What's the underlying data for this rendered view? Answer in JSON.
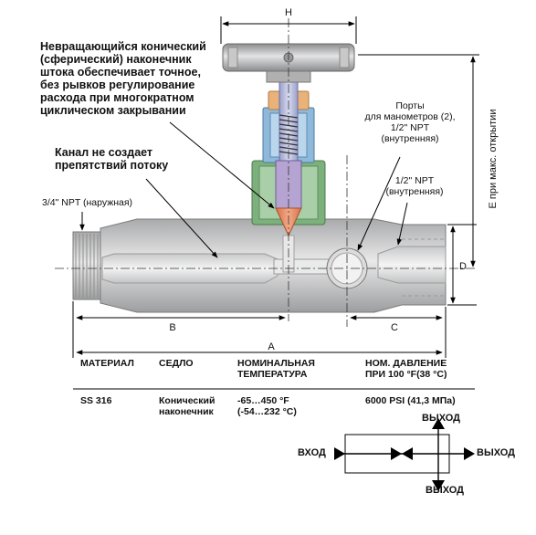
{
  "annotations": {
    "tip_note": "Невращающийся конический\n(сферический) наконечник\nштока обеспечивает точное,\nбез рывков регулирование\nрасхода при многократном\nциклическом закрывании",
    "channel_note": "Канал не создает\nпрепятствий потоку",
    "inlet_thread": "3/4\" NPT (наружная)",
    "gauge_ports": "Порты\nдля манометров (2),\n1/2\" NPT\n(внутренняя)",
    "outlet_thread": "1/2\" NPT\n(внутренняя)"
  },
  "dimensions": {
    "H": "H",
    "E": "E при макс. открытии",
    "D": "D",
    "B": "B",
    "C": "C",
    "A": "A"
  },
  "spec_table": {
    "headers": [
      "МАТЕРИАЛ",
      "СЕДЛО",
      "НОМИНАЛЬНАЯ\nТЕМПЕРАТУРА",
      "НОМ. ДАВЛЕНИЕ\nПРИ 100 °F(38 °C)"
    ],
    "row": [
      "SS 316",
      "Конический\nнаконечник",
      "-65…450 °F\n(-54…232 °C)",
      "6000 PSI (41,3 МПа)"
    ]
  },
  "flow_schematic": {
    "inlet": "ВХОД",
    "outlet_top": "ВЫХОД",
    "outlet_right": "ВЫХОД",
    "outlet_bottom": "ВЫХОД"
  }
}
